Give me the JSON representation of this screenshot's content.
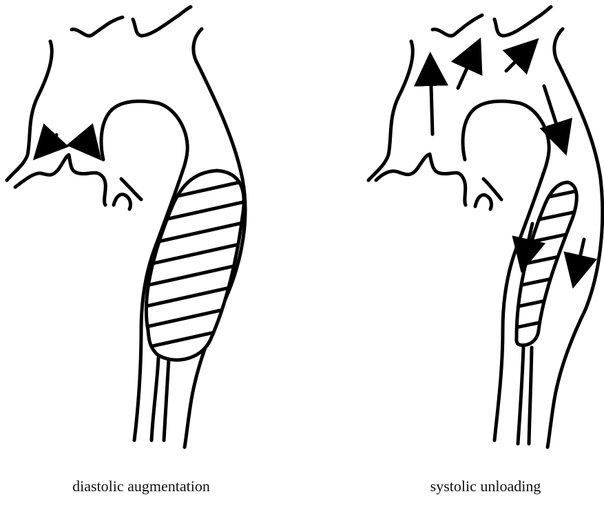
{
  "panels": [
    {
      "id": "diastolic",
      "caption": "diastolic augmentation"
    },
    {
      "id": "systolic",
      "caption": "systolic unloading"
    }
  ],
  "colors": {
    "stroke": "#000000",
    "background": "#ffffff"
  }
}
